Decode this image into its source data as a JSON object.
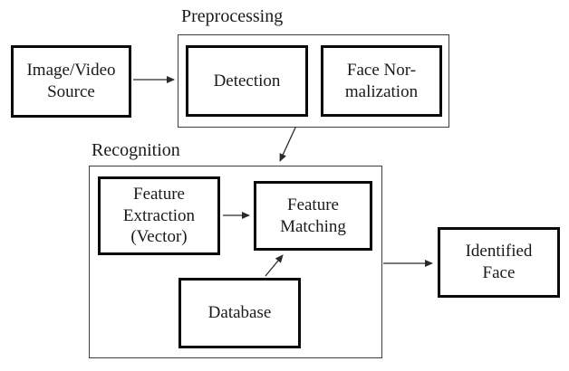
{
  "palette": {
    "background": "#ffffff",
    "node_border": "#0a0a0a",
    "group_border": "#3d3d3d",
    "text": "#1a1a1a",
    "arrow": "#2a2a2a"
  },
  "diagram": {
    "groups": [
      {
        "id": "preprocessing",
        "label": "Preprocessing"
      },
      {
        "id": "recognition",
        "label": "Recognition"
      }
    ],
    "nodes": [
      {
        "id": "image-video-source",
        "label": "Image/Video\nSource"
      },
      {
        "id": "detection",
        "label": "Detection"
      },
      {
        "id": "face-normalization",
        "label": "Face Nor-\nmalization"
      },
      {
        "id": "feature-extraction",
        "label": "Feature\nExtraction\n(Vector)"
      },
      {
        "id": "feature-matching",
        "label": "Feature\nMatching"
      },
      {
        "id": "database",
        "label": "Database"
      },
      {
        "id": "identified-face",
        "label": "Identified\nFace"
      }
    ],
    "edges": [
      {
        "from": "image-video-source",
        "to": "preprocessing"
      },
      {
        "from": "preprocessing",
        "to": "recognition"
      },
      {
        "from": "feature-extraction",
        "to": "feature-matching"
      },
      {
        "from": "database",
        "to": "feature-matching"
      },
      {
        "from": "recognition",
        "to": "identified-face"
      }
    ]
  }
}
